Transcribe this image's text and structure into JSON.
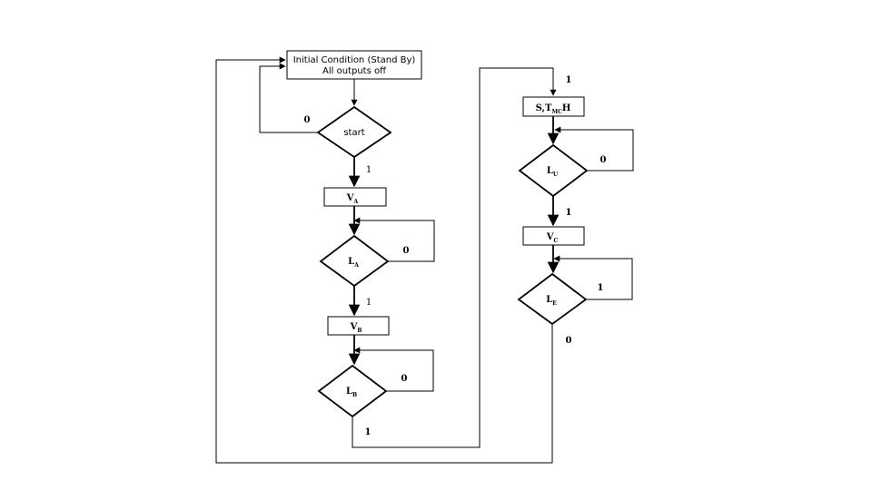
{
  "nodes": {
    "initial_line1": "Initial Condition (Stand By)",
    "initial_line2": "All outputs  off",
    "start": "start",
    "va": {
      "main": "V",
      "sub": "A"
    },
    "la": {
      "main": "L",
      "sub": "A"
    },
    "vb": {
      "main": "V",
      "sub": "B"
    },
    "lb": {
      "main": "L",
      "sub": "B"
    },
    "stmh": {
      "pre": "S,T",
      "sub": "MC",
      "post": "H"
    },
    "lu": {
      "main": "L",
      "sub": "U"
    },
    "vc": {
      "main": "V",
      "sub": "C"
    },
    "le": {
      "main": "L",
      "sub": "E"
    }
  },
  "edges": {
    "start_no": "0",
    "start_yes": "1",
    "la_no": "0",
    "la_yes": "1",
    "lb_no": "0",
    "lb_yes": "1",
    "to_stmh": "1",
    "lu_no": "0",
    "lu_yes": "1",
    "le_yes": "1",
    "le_no": "0"
  }
}
